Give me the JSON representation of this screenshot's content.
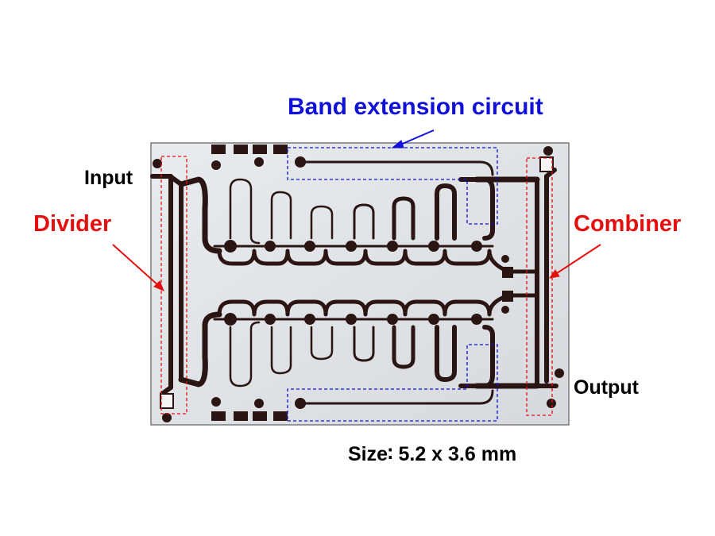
{
  "labels": {
    "band_extension": "Band extension circuit",
    "input": "Input",
    "output": "Output",
    "divider": "Divider",
    "combiner": "Combiner",
    "size": "Size∶ 5.2 x 3.6 mm"
  },
  "colors": {
    "blue_annotation": "#1010d8",
    "red_annotation": "#e41010",
    "chip_background": "#dfe2e6",
    "trace": "#2a1512"
  },
  "amplifier_rows": {
    "top_row_transistors": 7,
    "bottom_row_transistors": 7
  }
}
